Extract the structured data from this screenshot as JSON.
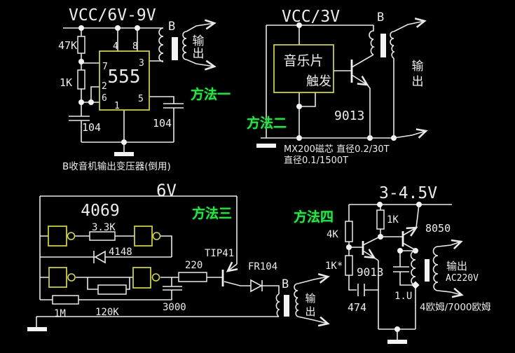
{
  "colors": {
    "background": "#000000",
    "wire": "#e9e9e9",
    "ic_outline": "#d6d64f",
    "method_tag_green": "#2ee04a"
  },
  "m1": {
    "title": "VCC/6V-9V",
    "tag": "方法一",
    "ic": "555",
    "r_top": "47K",
    "r_mid": "1K",
    "cap_left": "104",
    "cap_right": "104",
    "pin4": "4",
    "pin8": "8",
    "pin7": "7",
    "pin2": "2",
    "pin6": "6",
    "pin1": "1",
    "pin3": "3",
    "pin5": "5",
    "transformer": "B",
    "out_char1": "输",
    "out_char2": "出",
    "caption": "B收音机输出变压器(倒用)"
  },
  "m2": {
    "title": "VCC/3V",
    "tag": "方法二",
    "box_line1": "音乐片",
    "box_line2": "触发",
    "transistor": "9013",
    "transformer": "B",
    "out_char1": "输",
    "out_char2": "出",
    "note1": "MX200磁芯  直径0.2/30T",
    "note2": "直径0.1/1500T"
  },
  "m3": {
    "title": "6V",
    "tag": "方法三",
    "ic": "4069",
    "r_fb": "3.3K",
    "d1": "4148",
    "r_1m": "1M",
    "r_120k": "120K",
    "c_3000": "3000",
    "r_220": "220",
    "q": "TIP41",
    "d2": "FR104",
    "transformer": "B",
    "out_char1": "输",
    "out_char2": "出"
  },
  "m4": {
    "title": "3-4.5V",
    "tag": "方法四",
    "r_4k": "4K",
    "r_1k": "1K",
    "r_1ks": "1K*",
    "q1": "9013",
    "q2": "8050",
    "c_474": "474",
    "c_1u": "1.U",
    "out": "输出",
    "out_sub": "AC220V",
    "note": "4欧姆/7000欧姆"
  }
}
